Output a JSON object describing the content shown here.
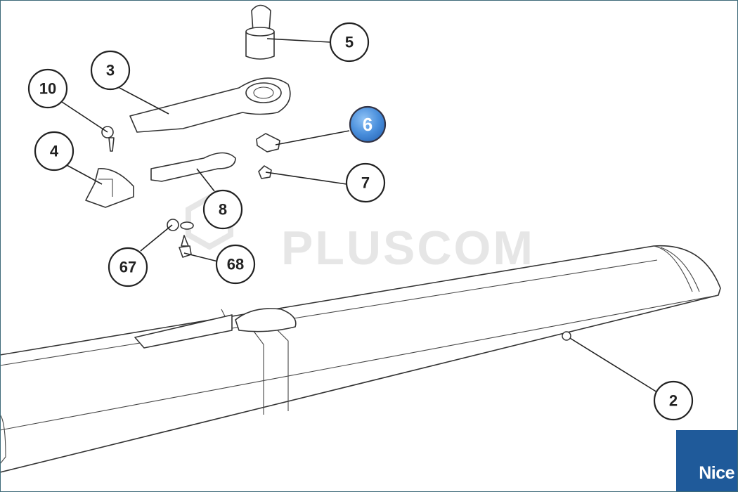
{
  "diagram": {
    "watermark": "PLUSCOM",
    "brand_logo": "Nice",
    "highlight_color": "#4a8fdc",
    "brand_color": "#1f5a9a",
    "callouts": [
      {
        "id": "5",
        "label": "5"
      },
      {
        "id": "3",
        "label": "3"
      },
      {
        "id": "10",
        "label": "10"
      },
      {
        "id": "6",
        "label": "6",
        "highlighted": true
      },
      {
        "id": "4",
        "label": "4"
      },
      {
        "id": "7",
        "label": "7"
      },
      {
        "id": "8",
        "label": "8"
      },
      {
        "id": "67",
        "label": "67"
      },
      {
        "id": "68",
        "label": "68"
      },
      {
        "id": "2",
        "label": "2"
      }
    ]
  }
}
